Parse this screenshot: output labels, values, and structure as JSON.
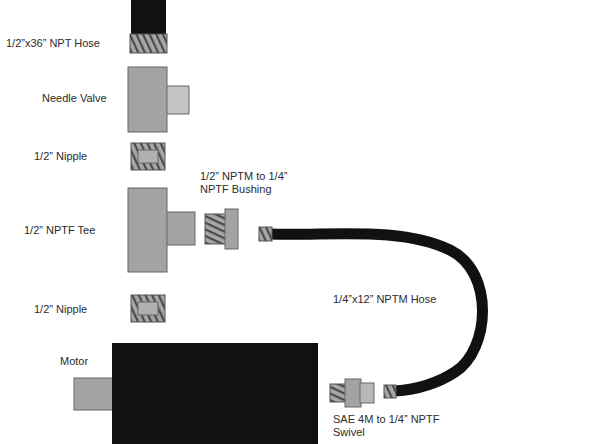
{
  "diagram": {
    "labels": [
      "1/2”x36” NPT Hose",
      "Needle Valve",
      "1/2” Nipple",
      "1/2” NPTM to 1/4” NPTF Bushing",
      "1/2” NPTF Tee",
      "1/2” Nipple",
      "1/4”x12” NPTM Hose",
      "Motor",
      "SAE 4M to 1/4” NPTF Swivel"
    ]
  }
}
